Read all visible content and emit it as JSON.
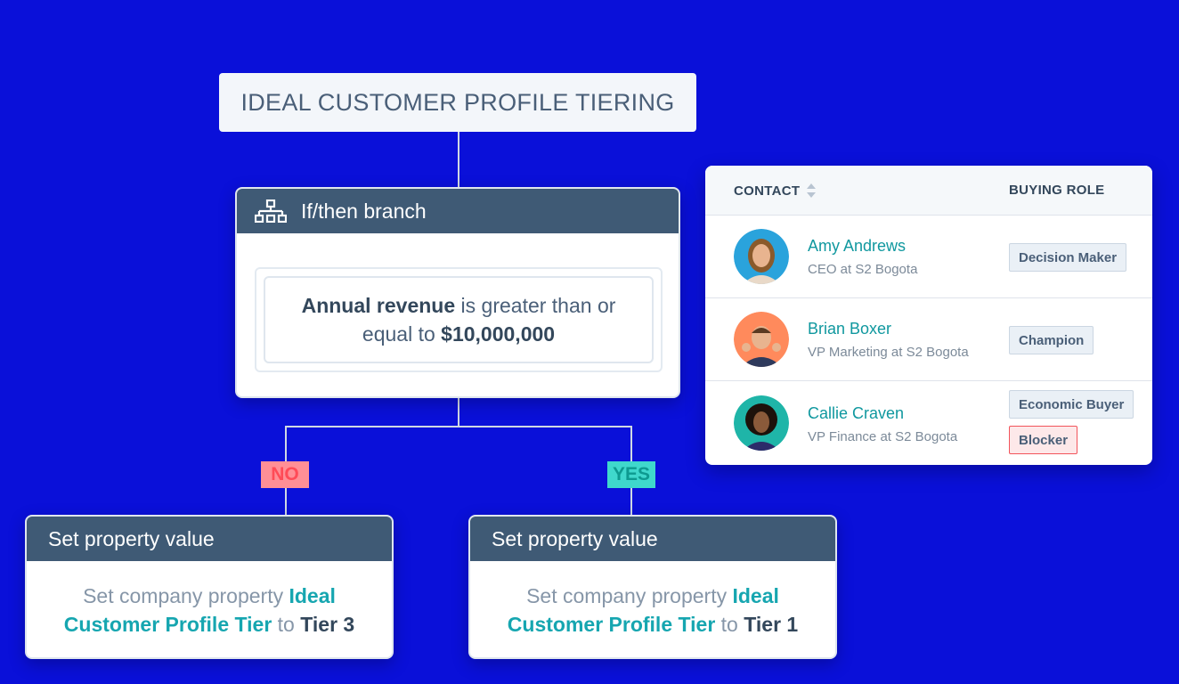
{
  "workflow": {
    "title": "IDEAL CUSTOMER PROFILE TIERING",
    "branch": {
      "header": "If/then branch",
      "icon": "branch-icon",
      "condition_field": "Annual revenue",
      "condition_operator": " is greater than or equal to ",
      "condition_value": "$10,000,000"
    },
    "no_label": "NO",
    "yes_label": "YES",
    "actions": [
      {
        "header": "Set property value",
        "prefix": "Set company property ",
        "property": "Ideal Customer Profile Tier",
        "connector": " to ",
        "value": "Tier 3"
      },
      {
        "header": "Set property value",
        "prefix": "Set company property ",
        "property": "Ideal Customer Profile Tier",
        "connector": " to ",
        "value": "Tier 1"
      }
    ]
  },
  "contacts": {
    "column_contact": "CONTACT",
    "column_role": "BUYING ROLE",
    "sort_icon": "sort-icon",
    "rows": [
      {
        "name": "Amy Andrews",
        "title": "CEO at S2 Bogota",
        "roles": [
          "Decision Maker"
        ]
      },
      {
        "name": "Brian Boxer",
        "title": "VP Marketing at S2 Bogota",
        "roles": [
          "Champion"
        ]
      },
      {
        "name": "Callie Craven",
        "title": "VP Finance at S2 Bogota",
        "roles": [
          "Economic Buyer",
          "Blocker"
        ]
      }
    ]
  },
  "colors": {
    "background": "#0a10d9",
    "header": "#3f5a75",
    "teal": "#16a6b0",
    "no_tag": "#ff8f96",
    "yes_tag": "#3fd8cc"
  }
}
